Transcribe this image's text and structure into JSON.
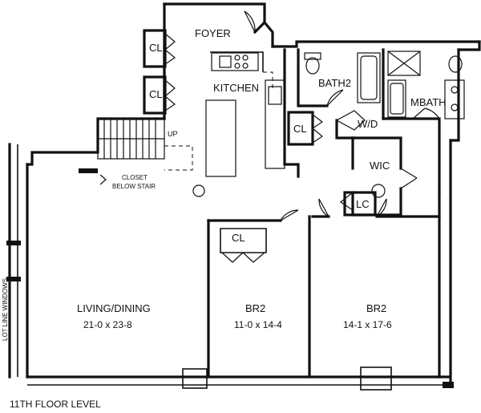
{
  "plan": {
    "rooms": {
      "foyer": "FOYER",
      "kitchen": "KITCHEN",
      "bath2": "BATH2",
      "mbath": "MBATH",
      "wd": "W/D",
      "wic": "WIC",
      "lc": "LC",
      "living_name": "LIVING/DINING",
      "living_dim": "21-0 x 23-8",
      "br2a_name": "BR2",
      "br2a_dim": "11-0 x 14-4",
      "br2b_name": "BR2",
      "br2b_dim": "14-1 x 17-6"
    },
    "closets": {
      "foyer_top": "CL",
      "foyer_mid": "CL",
      "kitchen_side": "CL",
      "bedroom": "CL"
    },
    "stair": {
      "up": "UP",
      "closet_line1": "CLOSET",
      "closet_line2": "BELOW STAIR"
    },
    "windows_label": "LOT LINE WINDOWS",
    "floor_level": "11TH FLOOR LEVEL"
  }
}
